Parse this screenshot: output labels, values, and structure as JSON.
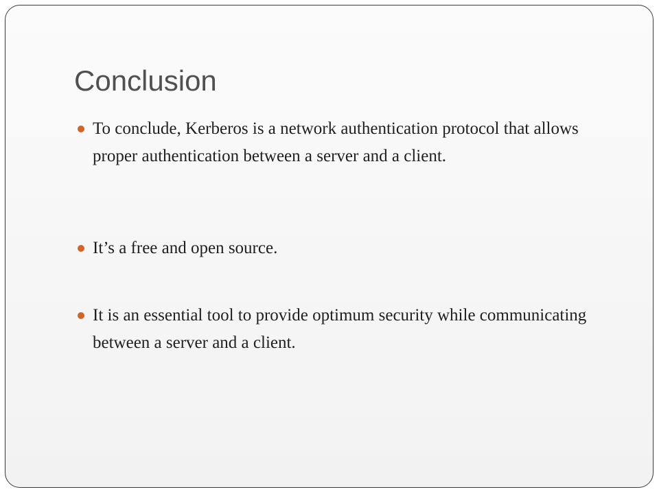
{
  "slide": {
    "title": "Conclusion",
    "bullet_color": "#d2642b",
    "bullets": [
      {
        "text": "To conclude, Kerberos is a network authentication protocol that allows proper authentication between a server and a client."
      },
      {
        "text": "It’s a free and open source."
      },
      {
        "text": "It is an essential tool to provide optimum security while communicating between a server and a client."
      }
    ]
  }
}
